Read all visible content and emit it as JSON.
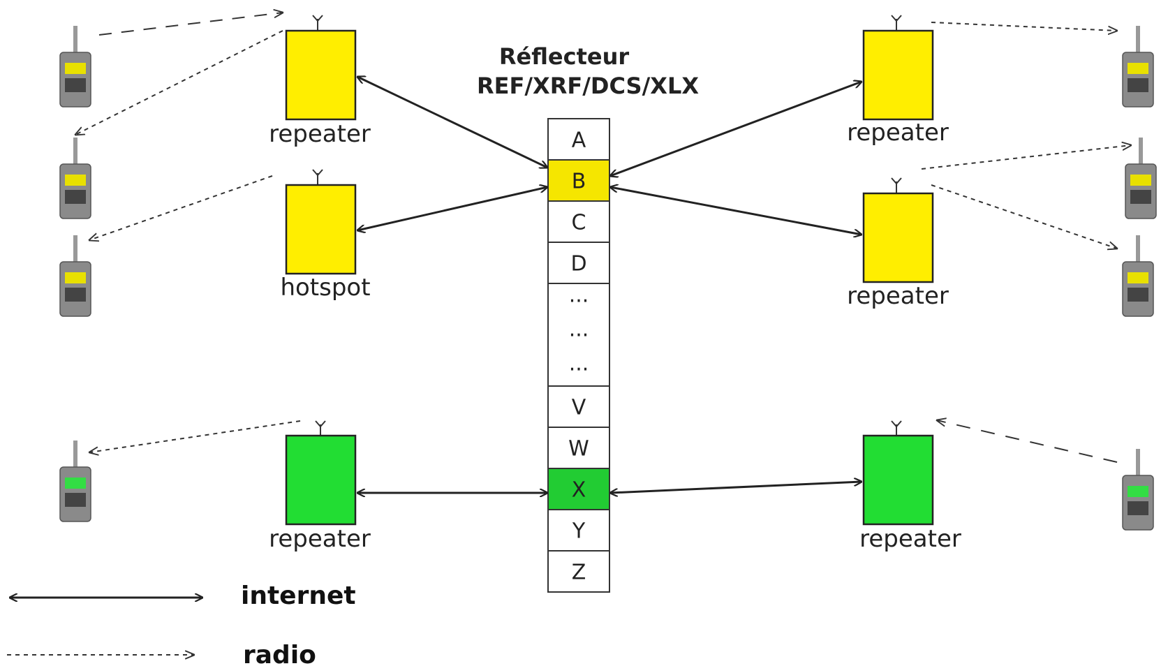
{
  "reflector": {
    "title_line1": "Réflecteur",
    "title_line2": "REF/XRF/DCS/XLX",
    "modules": [
      "A",
      "B",
      "C",
      "D",
      "...",
      "...",
      "...",
      "V",
      "W",
      "X",
      "Y",
      "Z"
    ],
    "highlight": {
      "B": "#f5e600",
      "X": "#22cc33"
    }
  },
  "nodes": {
    "tl": {
      "label": "repeater"
    },
    "hs": {
      "label": "hotspot"
    },
    "tr": {
      "label": "repeater"
    },
    "mr": {
      "label": "repeater"
    },
    "bl": {
      "label": "repeater"
    },
    "br": {
      "label": "repeater"
    }
  },
  "legend": {
    "internet": "internet",
    "radio": "radio"
  },
  "colors": {
    "yellow": "#ffee00",
    "green": "#22dd33",
    "stroke": "#222222"
  }
}
